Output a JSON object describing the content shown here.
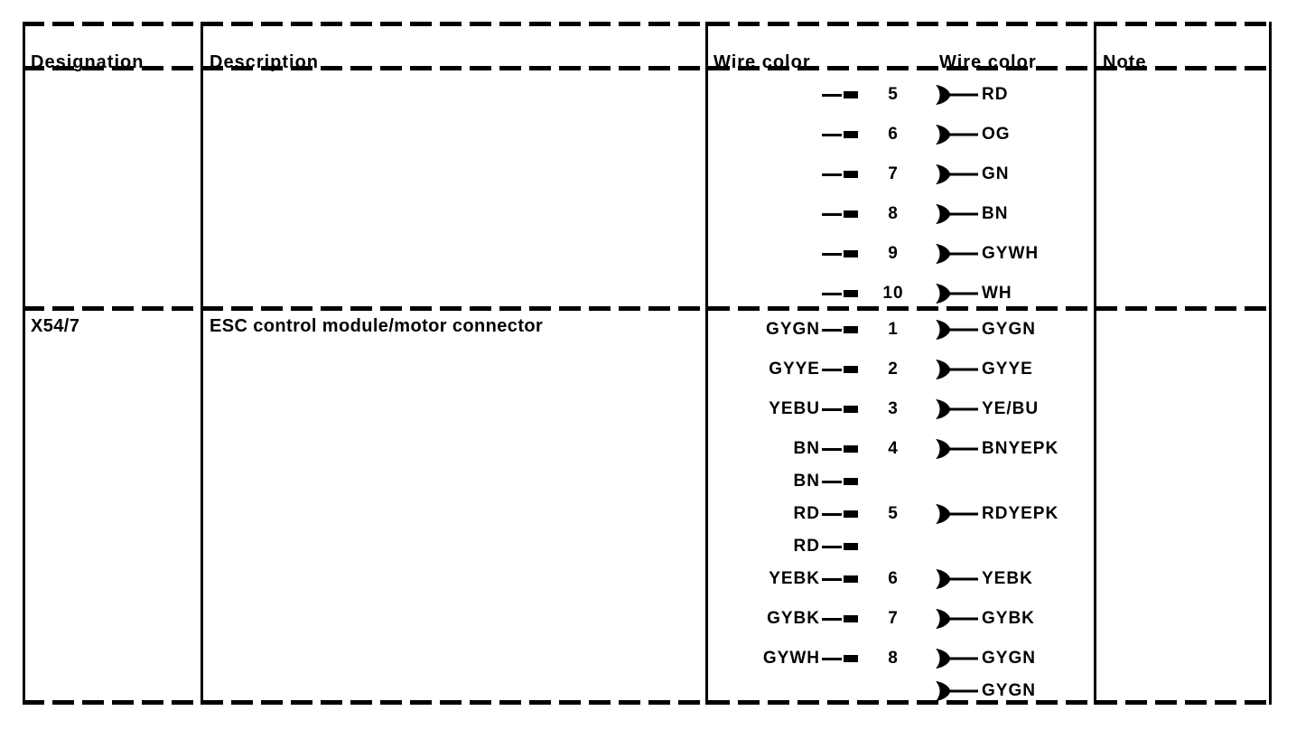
{
  "colors": {
    "ink": "#000000",
    "paper": "#ffffff"
  },
  "table": {
    "headers": {
      "designation": "Designation",
      "description": "Description",
      "wire_color_left": "Wire color",
      "wire_color_right": "Wire color",
      "note": "Note"
    },
    "rows": [
      {
        "designation": "",
        "description": "",
        "note": "",
        "pins": [
          {
            "pin": "5",
            "left": [],
            "right": [
              "RD"
            ]
          },
          {
            "pin": "6",
            "left": [],
            "right": [
              "OG"
            ]
          },
          {
            "pin": "7",
            "left": [],
            "right": [
              "GN"
            ]
          },
          {
            "pin": "8",
            "left": [],
            "right": [
              "BN"
            ]
          },
          {
            "pin": "9",
            "left": [],
            "right": [
              "GYWH"
            ]
          },
          {
            "pin": "10",
            "left": [],
            "right": [
              "WH"
            ]
          }
        ]
      },
      {
        "designation": "X54/7",
        "description": "ESC control module/motor connector",
        "note": "",
        "pins": [
          {
            "pin": "1",
            "left": [
              "GYGN"
            ],
            "right": [
              "GYGN"
            ]
          },
          {
            "pin": "2",
            "left": [
              "GYYE"
            ],
            "right": [
              "GYYE"
            ]
          },
          {
            "pin": "3",
            "left": [
              "YEBU"
            ],
            "right": [
              "YE/BU"
            ]
          },
          {
            "pin": "4",
            "left": [
              "BN",
              "BN"
            ],
            "right": [
              "BNYEPK"
            ]
          },
          {
            "pin": "5",
            "left": [
              "RD",
              "RD"
            ],
            "right": [
              "RDYEPK"
            ]
          },
          {
            "pin": "6",
            "left": [
              "YEBK"
            ],
            "right": [
              "YEBK"
            ]
          },
          {
            "pin": "7",
            "left": [
              "GYBK"
            ],
            "right": [
              "GYBK"
            ]
          },
          {
            "pin": "8",
            "left": [
              "GYWH"
            ],
            "right": [
              "GYGN",
              "GYGN"
            ]
          }
        ]
      }
    ]
  }
}
